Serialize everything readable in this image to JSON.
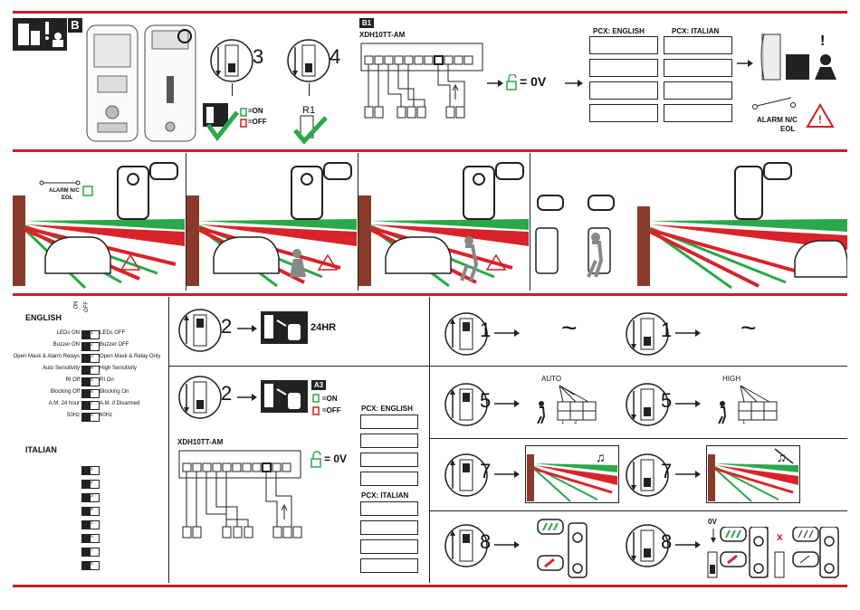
{
  "header": {
    "section_letter": "B",
    "b1_tag": "B1",
    "xdh_label": "XDH10TT-AM",
    "eq_0v": "= 0V",
    "on_label": "=ON",
    "off_label": "=OFF",
    "r1_label": "R1",
    "pcx_english": "PCX: ENGLISH",
    "pcx_italian": "PCX: ITALIAN",
    "alarm_label": "ALARM N/C",
    "eol_label": "EOL",
    "dip3": "3",
    "dip4": "4"
  },
  "scenes": {
    "alarm_label": "ALARM N/C",
    "eol_label": "EOL"
  },
  "switch_table": {
    "english_title": "ENGLISH",
    "italian_title": "ITALIAN",
    "on_header": "ON",
    "off_header": "OFF",
    "rows": [
      {
        "num": "1",
        "left": "LEDs ON",
        "right": "LEDs OFF"
      },
      {
        "num": "2",
        "left": "Buzzer ON",
        "right": "Buzzer OFF"
      },
      {
        "num": "3",
        "left": "Open Mask & Alarm Relays",
        "right": "Open Mask & Relay Only"
      },
      {
        "num": "4",
        "left": "Auto Sensitivity",
        "right": "High Sensitivity"
      },
      {
        "num": "5",
        "left": "RI Off",
        "right": "RI On"
      },
      {
        "num": "6",
        "left": "Blocking Off",
        "right": "Blocking On"
      },
      {
        "num": "7",
        "left": "A.M. 24 hour",
        "right": "A.M. if Disarmed"
      },
      {
        "num": "8",
        "left": "50Hz",
        "right": "60Hz"
      }
    ],
    "italian_rows": [
      "1",
      "2",
      "3",
      "4",
      "5",
      "6",
      "7",
      "8"
    ]
  },
  "middle": {
    "dip2_a": "2",
    "label_24hr": "24HR",
    "dip2_b": "2",
    "a3_tag": "A3",
    "on_label": "=ON",
    "off_label": "=OFF",
    "pcx_english": "PCX: ENGLISH",
    "pcx_italian": "PCX: ITALIAN",
    "xdh_label": "XDH10TT-AM",
    "eq_0v": "= 0V"
  },
  "right": {
    "dip1_a": "1",
    "dip1_b": "1",
    "tilde": "~",
    "dip5_a": "5",
    "dip5_b": "5",
    "auto_label": "AUTO",
    "high_label": "HIGH",
    "count_1": "1",
    "count_2": "2",
    "count_1b": "1",
    "dip7_a": "7",
    "dip7_b": "7",
    "dip8_a": "8",
    "dip8_b": "8",
    "ov_label": "0V",
    "x_label": "x"
  },
  "colors": {
    "accent_red": "#c8202a",
    "green": "#2aa84a",
    "zone_red": "#d8232a"
  }
}
